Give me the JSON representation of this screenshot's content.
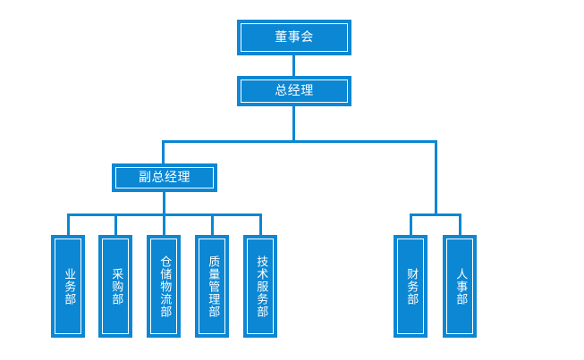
{
  "chart_data": {
    "type": "diagram",
    "title": "",
    "diagram_kind": "organizational-chart",
    "orientation": "top-down",
    "colors": {
      "node_fill": "#0b87d3",
      "node_inner_border": "#ffffff",
      "connector": "#0b87d3",
      "text": "#ffffff",
      "background": "#ffffff"
    },
    "nodes": [
      {
        "id": "board",
        "label": "董事会",
        "level": 0,
        "text_direction": "horizontal"
      },
      {
        "id": "gm",
        "label": "总经理",
        "level": 1,
        "text_direction": "horizontal"
      },
      {
        "id": "deputy_gm",
        "label": "副总经理",
        "level": 2,
        "text_direction": "horizontal"
      },
      {
        "id": "business",
        "label": "业务部",
        "level": 3,
        "text_direction": "vertical"
      },
      {
        "id": "purchasing",
        "label": "采购部",
        "level": 3,
        "text_direction": "vertical"
      },
      {
        "id": "warehouse",
        "label": "仓储物流部",
        "level": 3,
        "text_direction": "vertical"
      },
      {
        "id": "quality",
        "label": "质量管理部",
        "level": 3,
        "text_direction": "vertical"
      },
      {
        "id": "techserv",
        "label": "技术服务部",
        "level": 3,
        "text_direction": "vertical"
      },
      {
        "id": "finance",
        "label": "财务部",
        "level": 3,
        "text_direction": "vertical"
      },
      {
        "id": "hr",
        "label": "人事部",
        "level": 3,
        "text_direction": "vertical"
      }
    ],
    "edges": [
      {
        "from": "board",
        "to": "gm"
      },
      {
        "from": "gm",
        "to": "deputy_gm"
      },
      {
        "from": "gm",
        "to": "finance"
      },
      {
        "from": "gm",
        "to": "hr"
      },
      {
        "from": "deputy_gm",
        "to": "business"
      },
      {
        "from": "deputy_gm",
        "to": "purchasing"
      },
      {
        "from": "deputy_gm",
        "to": "warehouse"
      },
      {
        "from": "deputy_gm",
        "to": "quality"
      },
      {
        "from": "deputy_gm",
        "to": "techserv"
      }
    ]
  },
  "nodes": {
    "board": {
      "label": "董事会"
    },
    "gm": {
      "label": "总经理"
    },
    "deputy_gm": {
      "label": "副总经理"
    },
    "business": {
      "label": "业务部"
    },
    "purchasing": {
      "label": "采购部"
    },
    "warehouse": {
      "label": "仓储物流部"
    },
    "quality": {
      "label": "质量管理部"
    },
    "techserv": {
      "label": "技术服务部"
    },
    "finance": {
      "label": "财务部"
    },
    "hr": {
      "label": "人事部"
    }
  }
}
